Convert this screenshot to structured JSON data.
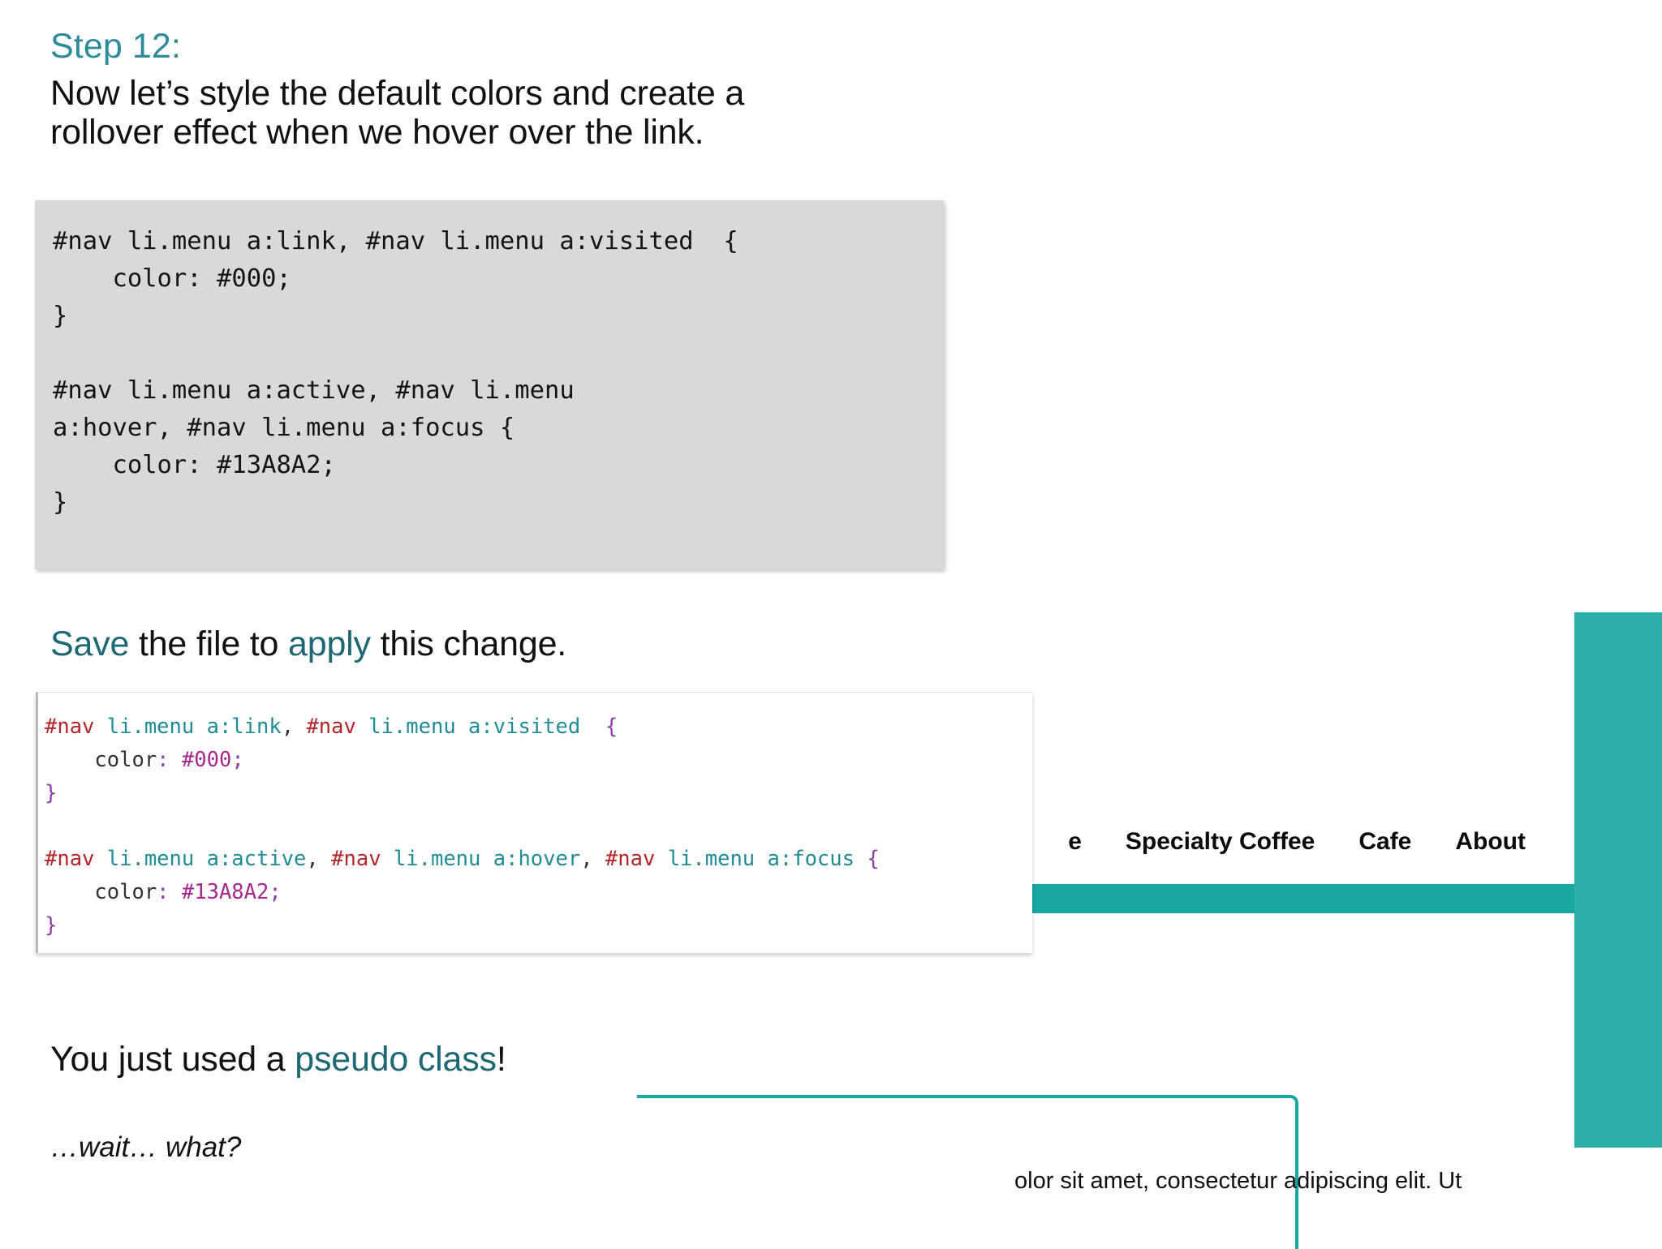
{
  "slide": {
    "step_heading": "Step 12:",
    "intro_paragraph": "Now let’s style the default colors and create a rollover effect when we hover over the link.",
    "code_block": "#nav li.menu a:link, #nav li.menu a:visited  {\n    color: #000;\n}\n\n#nav li.menu a:active, #nav li.menu\na:hover, #nav li.menu a:focus {\n    color: #13A8A2;\n}",
    "save_line": {
      "word_save": "Save",
      "mid_text": " the file to ",
      "word_apply": "apply",
      "end_text": " this change."
    },
    "pseudo_line": {
      "lead": "You just used a ",
      "highlight": "pseudo class",
      "trail": "!"
    },
    "wait_line": "…wait… what?"
  },
  "editor_screenshot": {
    "lines": [
      {
        "tokens": [
          {
            "t": "#nav",
            "k": "sel-id"
          },
          {
            "t": " li.menu a:link",
            "k": "sel-el"
          },
          {
            "t": ", ",
            "k": "prop"
          },
          {
            "t": "#nav",
            "k": "sel-id"
          },
          {
            "t": " li.menu a:visited",
            "k": "sel-el"
          },
          {
            "t": "  ",
            "k": "prop"
          },
          {
            "t": "{",
            "k": "punct"
          }
        ]
      },
      {
        "tokens": [
          {
            "t": "    color",
            "k": "prop"
          },
          {
            "t": ":",
            "k": "punct"
          },
          {
            "t": " ",
            "k": "prop"
          },
          {
            "t": "#000",
            "k": "value"
          },
          {
            "t": ";",
            "k": "punct"
          }
        ]
      },
      {
        "tokens": [
          {
            "t": "}",
            "k": "punct"
          }
        ]
      },
      {
        "tokens": []
      },
      {
        "tokens": [
          {
            "t": "#nav",
            "k": "sel-id"
          },
          {
            "t": " li.menu a:active",
            "k": "sel-el"
          },
          {
            "t": ", ",
            "k": "prop"
          },
          {
            "t": "#nav",
            "k": "sel-id"
          },
          {
            "t": " li.menu a:hover",
            "k": "sel-el"
          },
          {
            "t": ", ",
            "k": "prop"
          },
          {
            "t": "#nav",
            "k": "sel-id"
          },
          {
            "t": " li.menu a:focus",
            "k": "sel-el"
          },
          {
            "t": " ",
            "k": "prop"
          },
          {
            "t": "{",
            "k": "punct"
          }
        ]
      },
      {
        "tokens": [
          {
            "t": "    color",
            "k": "prop"
          },
          {
            "t": ":",
            "k": "punct"
          },
          {
            "t": " ",
            "k": "prop"
          },
          {
            "t": "#13A8A2",
            "k": "value"
          },
          {
            "t": ";",
            "k": "punct"
          }
        ]
      },
      {
        "tokens": [
          {
            "t": "}",
            "k": "punct"
          }
        ]
      }
    ]
  },
  "site_mock": {
    "nav_items": [
      "e",
      "Specialty Coffee",
      "Cafe",
      "About"
    ],
    "lorem_text": "olor sit amet, consectetur adipiscing elit. Ut"
  },
  "colors": {
    "heading_teal": "#2E8B9B",
    "accent_teal": "#1E6873",
    "brand_teal": "#17A8A2",
    "panel_teal": "#2BAFA8",
    "code_bg": "#D9D9D9",
    "token_selector_id": "#B5262B",
    "token_selector_element": "#1F8C96",
    "token_punct": "#8A3FA8",
    "token_value": "#A8288E"
  }
}
